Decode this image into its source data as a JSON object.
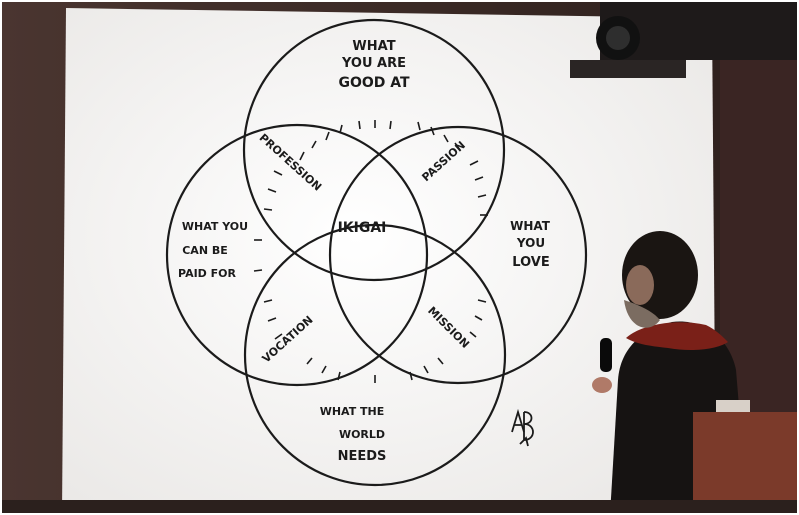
{
  "colors": {
    "room": "#3a2a25",
    "screen": "#f7f6f4",
    "ink": "#1b1b1b",
    "speaker_scarf": "#7a2018",
    "podium": "#7b3a2a"
  },
  "diagram": {
    "center_label": "IKIGAI",
    "top_circle": [
      "WHAT",
      "YOU ARE",
      "GOOD AT"
    ],
    "right_circle": [
      "WHAT",
      "YOU",
      "LOVE"
    ],
    "bottom_circle": [
      "WHAT THE",
      "WORLD",
      "NEEDS"
    ],
    "left_circle": [
      "WHAT YOU",
      "CAN BE",
      "PAID FOR"
    ],
    "overlaps": {
      "top_left": "PROFESSION",
      "top_right": "PASSION",
      "bottom_right": "MISSION",
      "bottom_left": "VOCATION"
    }
  },
  "signature_icon": "ab-signature-icon",
  "projector_icon": "projector-icon",
  "microphone_icon": "microphone-icon"
}
